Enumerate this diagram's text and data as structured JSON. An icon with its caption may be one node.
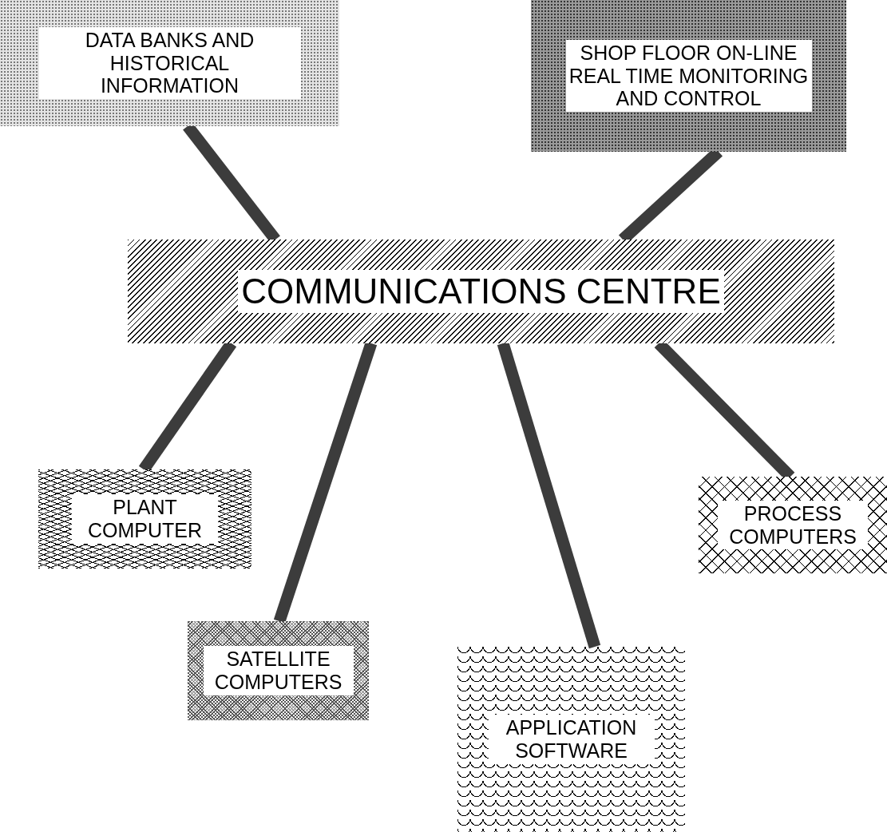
{
  "diagram": {
    "nodes": [
      {
        "text": [
          "DATA BANKS AND HISTORICAL INFORMATION"
        ]
      },
      {
        "text": [
          "SHOP FLOOR ON-LINE REAL TIME MONITORING AND CONTROL"
        ]
      },
      {
        "text": [
          "COMMUNICATIONS CENTRE"
        ]
      },
      {
        "text": [
          "PLANT COMPUTER"
        ]
      },
      {
        "text": [
          "PROCESS COMPUTERS"
        ]
      },
      {
        "text": [
          "SATELLITE COMPUTERS"
        ]
      },
      {
        "text": [
          "APPLICATION SOFTWARE"
        ]
      }
    ],
    "edges": [
      {
        "from": 0,
        "to": 2,
        "arrow": "none"
      },
      {
        "from": 1,
        "to": 2,
        "arrow": "none"
      },
      {
        "from": 2,
        "to": 3,
        "arrow": "none"
      },
      {
        "from": 2,
        "to": 5,
        "arrow": "none"
      },
      {
        "from": 2,
        "to": 6,
        "arrow": "none"
      },
      {
        "from": 2,
        "to": 4,
        "arrow": "none"
      }
    ]
  }
}
